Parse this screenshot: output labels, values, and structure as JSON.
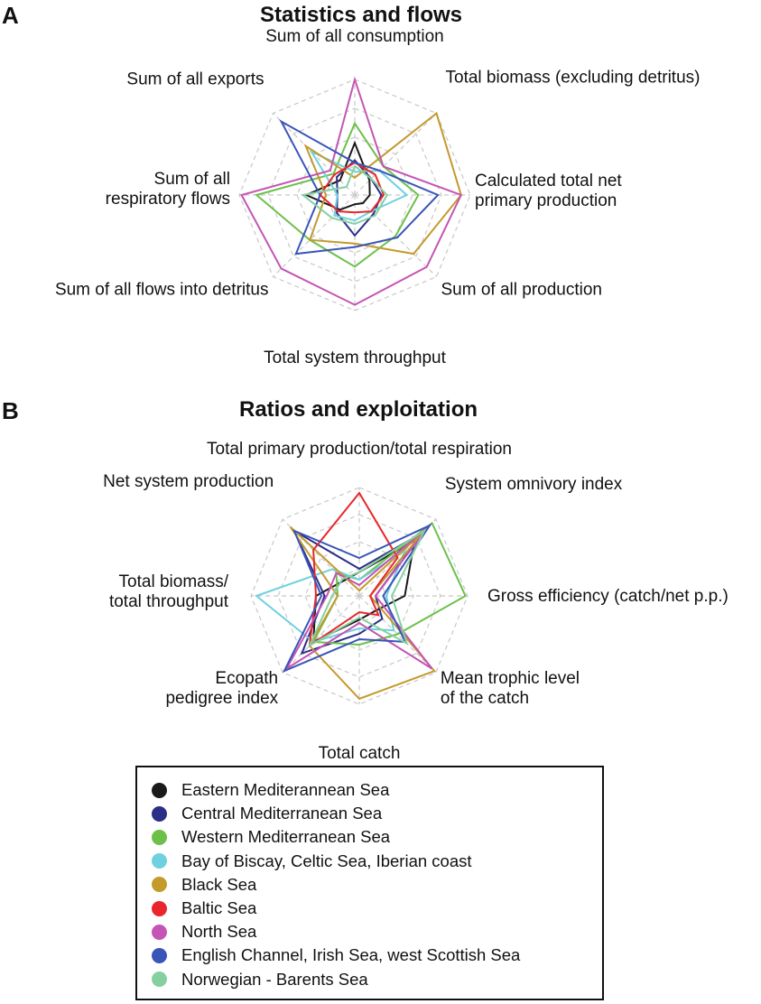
{
  "panels": [
    {
      "letter": "A",
      "title": "Statistics and flows"
    },
    {
      "letter": "B",
      "title": "Ratios and exploitation"
    }
  ],
  "series": [
    {
      "name": "Eastern Mediterannean Sea",
      "color": "#1a1a1a"
    },
    {
      "name": "Central Mediterranean Sea",
      "color": "#2b2f86"
    },
    {
      "name": "Western Mediterranean Sea",
      "color": "#6cc04a"
    },
    {
      "name": "Bay of Biscay, Celtic Sea, Iberian coast",
      "color": "#6fd0e0"
    },
    {
      "name": "Black Sea",
      "color": "#c49a2c"
    },
    {
      "name": "Baltic Sea",
      "color": "#e8262b"
    },
    {
      "name": "North Sea",
      "color": "#c455b4"
    },
    {
      "name": "English Channel, Irish Sea, west Scottish Sea",
      "color": "#3a55b8"
    },
    {
      "name": "Norwegian - Barents Sea",
      "color": "#86d0a0"
    }
  ],
  "chart_data": [
    {
      "type": "radar",
      "title": "Statistics and flows",
      "grid": true,
      "legend": "bottom",
      "range": [
        0,
        1
      ],
      "axes": [
        [
          "Sum of all consumption"
        ],
        [
          "Total biomass (excluding detritus)"
        ],
        [
          "Calculated total net",
          "primary production"
        ],
        [
          "Sum of all production"
        ],
        [
          "Total system throughput"
        ],
        [
          "Sum of all flows into detritus"
        ],
        [
          "Sum of all",
          "respiratory flows"
        ],
        [
          "Sum of all exports"
        ]
      ],
      "series": [
        {
          "name": "Eastern Mediterannean Sea",
          "values": [
            0.45,
            0.18,
            0.13,
            0.1,
            0.08,
            0.18,
            0.42,
            0.18
          ]
        },
        {
          "name": "Central Mediterranean Sea",
          "values": [
            0.3,
            0.2,
            0.23,
            0.23,
            0.35,
            0.22,
            0.15,
            0.22
          ]
        },
        {
          "name": "Western Mediterranean Sea",
          "values": [
            0.62,
            0.35,
            0.55,
            0.5,
            0.62,
            0.55,
            0.85,
            0.26
          ]
        },
        {
          "name": "Bay of Biscay, Celtic Sea, Iberian coast",
          "values": [
            0.2,
            0.3,
            0.45,
            0.2,
            0.22,
            0.25,
            0.15,
            0.53
          ]
        },
        {
          "name": "Black Sea",
          "values": [
            0.15,
            1.0,
            0.92,
            0.72,
            0.42,
            0.55,
            0.25,
            0.6
          ]
        },
        {
          "name": "Baltic Sea",
          "values": [
            0.28,
            0.25,
            0.25,
            0.2,
            0.15,
            0.2,
            0.3,
            0.25
          ]
        },
        {
          "name": "North Sea",
          "values": [
            1.0,
            0.35,
            0.92,
            0.88,
            0.95,
            0.9,
            0.98,
            0.3
          ]
        },
        {
          "name": "English Channel, Irish Sea, west Scottish Sea",
          "values": [
            0.28,
            0.3,
            0.72,
            0.52,
            0.45,
            0.72,
            0.3,
            0.9
          ]
        },
        {
          "name": "Norwegian - Barents Sea",
          "values": [
            0.25,
            0.2,
            0.28,
            0.25,
            0.25,
            0.28,
            0.45,
            0.1
          ]
        }
      ]
    },
    {
      "type": "radar",
      "title": "Ratios and exploitation",
      "grid": true,
      "legend": "bottom",
      "range": [
        0,
        1
      ],
      "axes": [
        [
          "Total primary production/total respiration"
        ],
        [
          "System omnivory index"
        ],
        [
          "Gross efficiency (catch/net p.p.)"
        ],
        [
          "Mean trophic level",
          "of the catch"
        ],
        [
          "Total catch"
        ],
        [
          "Ecopath",
          "pedigree index"
        ],
        [
          "Total biomass/",
          "total throughput"
        ],
        [
          "Net system production"
        ]
      ],
      "series": [
        {
          "name": "Eastern Mediterannean Sea",
          "values": [
            0.22,
            0.72,
            0.42,
            0.2,
            0.22,
            0.6,
            0.4,
            0.2
          ]
        },
        {
          "name": "Central Mediterranean Sea",
          "values": [
            0.25,
            0.82,
            0.15,
            0.3,
            0.35,
            0.75,
            0.32,
            0.85
          ]
        },
        {
          "name": "Western Mediterranean Sea",
          "values": [
            0.15,
            0.95,
            0.98,
            0.5,
            0.45,
            0.6,
            0.2,
            0.3
          ]
        },
        {
          "name": "Bay of Biscay, Celtic Sea, Iberian coast",
          "values": [
            0.15,
            0.6,
            0.25,
            0.45,
            0.3,
            0.6,
            0.95,
            0.35
          ]
        },
        {
          "name": "Black Sea",
          "values": [
            0.05,
            0.85,
            0.1,
            0.98,
            0.95,
            0.65,
            0.2,
            0.9
          ]
        },
        {
          "name": "Baltic Sea",
          "values": [
            0.95,
            0.5,
            0.1,
            0.25,
            0.15,
            0.65,
            0.4,
            0.6
          ]
        },
        {
          "name": "North Sea",
          "values": [
            0.1,
            0.9,
            0.15,
            0.95,
            0.25,
            0.95,
            0.3,
            0.3
          ]
        },
        {
          "name": "English Channel, Irish Sea, west Scottish Sea",
          "values": [
            0.35,
            0.92,
            0.22,
            0.6,
            0.4,
            0.98,
            0.35,
            0.85
          ]
        },
        {
          "name": "Norwegian - Barents Sea",
          "values": [
            0.22,
            0.85,
            0.3,
            0.62,
            0.2,
            0.65,
            0.25,
            0.22
          ]
        }
      ]
    }
  ]
}
